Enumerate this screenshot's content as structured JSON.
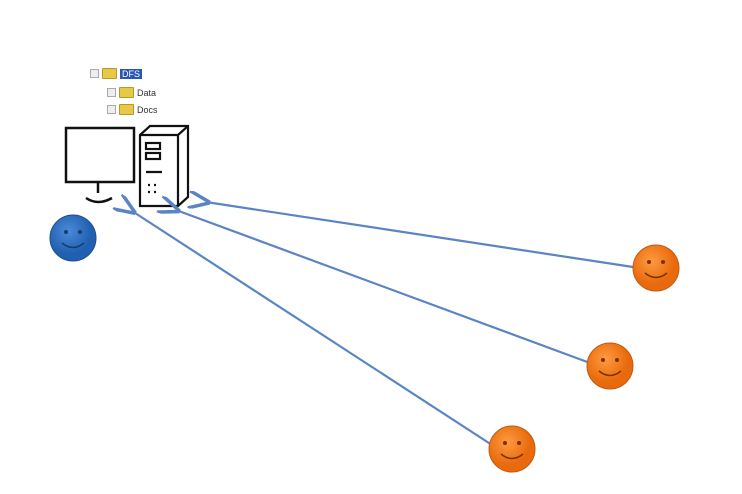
{
  "folder_tree": {
    "root": "DFS",
    "children": [
      "Data",
      "Docs"
    ]
  },
  "colors": {
    "arrow": "#5b84c4",
    "server_user": "#2f6fc0",
    "client": "#f07818"
  }
}
